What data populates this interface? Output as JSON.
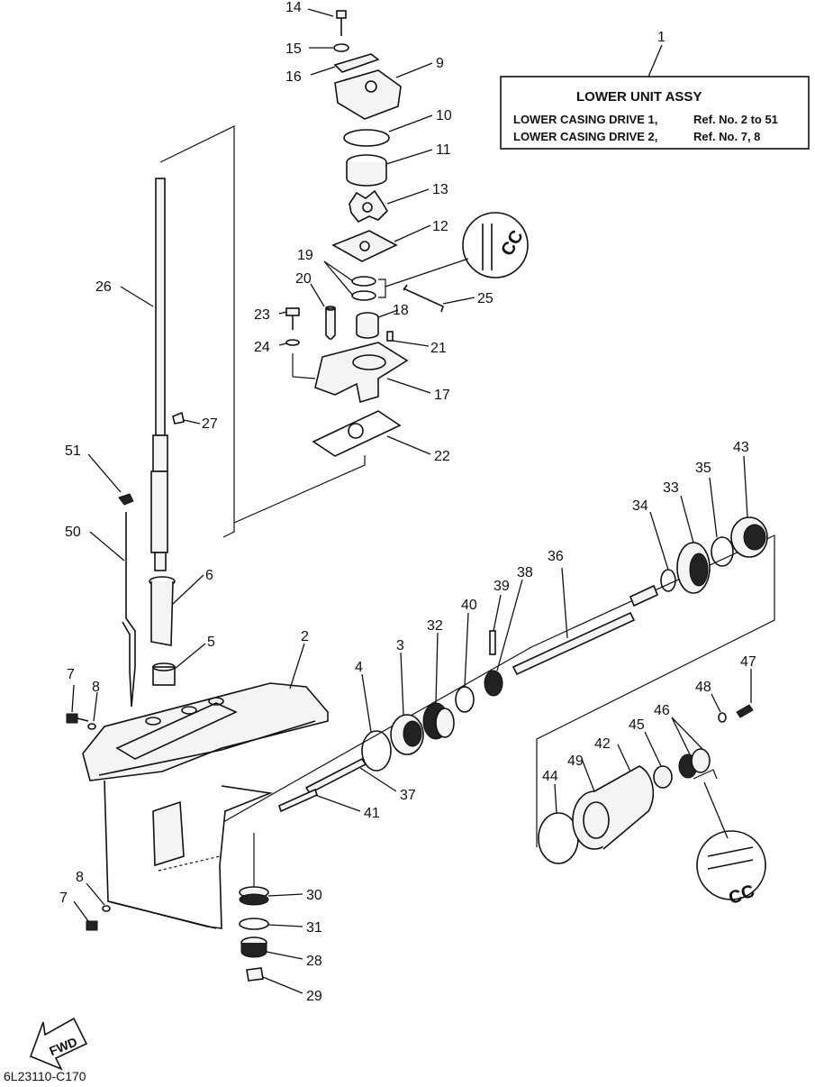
{
  "title_box": {
    "title": "LOWER UNIT ASSY",
    "line1_label": "LOWER CASING DRIVE 1,",
    "line1_ref": "Ref. No. 2 to 51",
    "line2_label": "LOWER CASING DRIVE 2,",
    "line2_ref": "Ref. No. 7, 8",
    "ref_number": "1"
  },
  "fwd_label": "FWD",
  "cc_label": "CC",
  "figure_code": "6L23110-C170",
  "callouts": {
    "c2": "2",
    "c3": "3",
    "c4": "4",
    "c5": "5",
    "c6": "6",
    "c7a": "7",
    "c7b": "7",
    "c8a": "8",
    "c8b": "8",
    "c9": "9",
    "c10": "10",
    "c11": "11",
    "c12": "12",
    "c13": "13",
    "c14": "14",
    "c15": "15",
    "c16": "16",
    "c17": "17",
    "c18": "18",
    "c19": "19",
    "c20": "20",
    "c21": "21",
    "c22": "22",
    "c23": "23",
    "c24": "24",
    "c25": "25",
    "c26": "26",
    "c27": "27",
    "c28": "28",
    "c29": "29",
    "c30": "30",
    "c31": "31",
    "c32": "32",
    "c33": "33",
    "c34": "34",
    "c35": "35",
    "c36": "36",
    "c37": "37",
    "c38": "38",
    "c39": "39",
    "c40": "40",
    "c41": "41",
    "c42": "42",
    "c43": "43",
    "c44": "44",
    "c45": "45",
    "c46": "46",
    "c47": "47",
    "c48": "48",
    "c49": "49",
    "c50": "50",
    "c51": "51"
  }
}
